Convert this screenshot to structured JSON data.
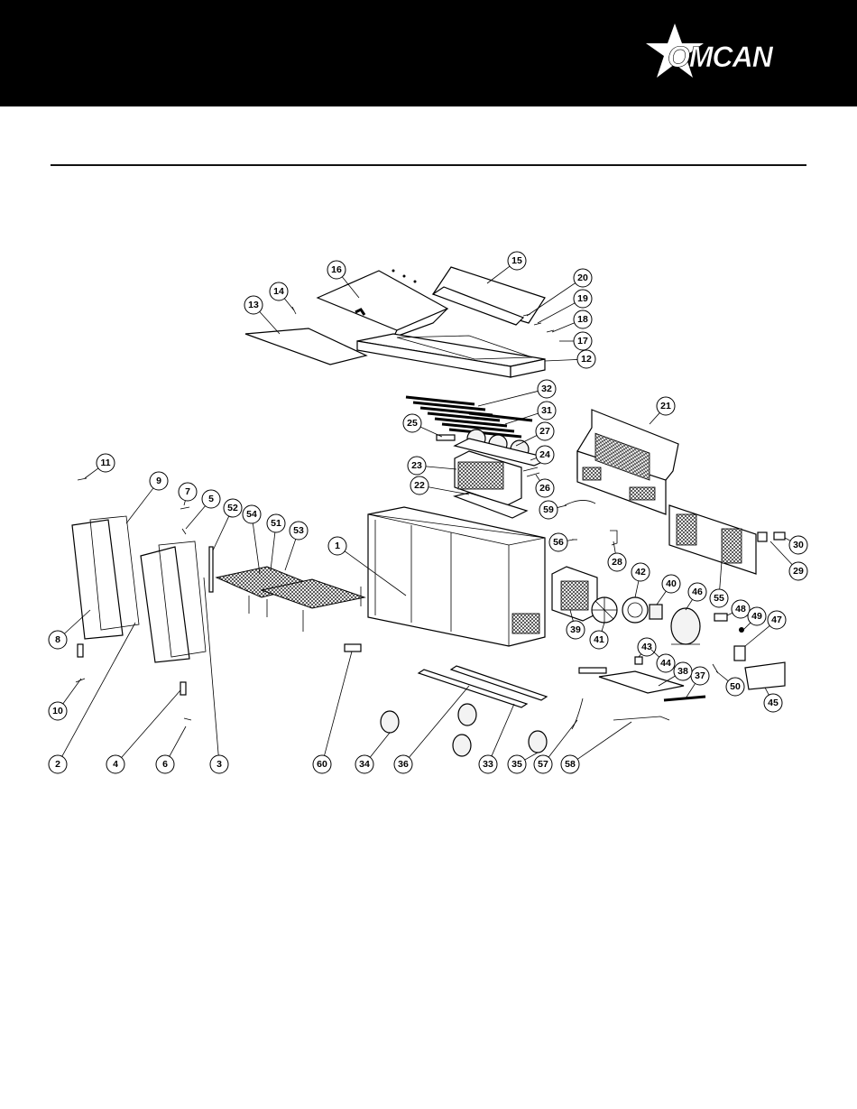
{
  "brand": {
    "logo_text": "OMCAN",
    "band_color": "#000000"
  },
  "diagram": {
    "callouts": [
      {
        "id": "c1",
        "label": "1"
      },
      {
        "id": "c2",
        "label": "2"
      },
      {
        "id": "c3",
        "label": "3"
      },
      {
        "id": "c4",
        "label": "4"
      },
      {
        "id": "c5",
        "label": "5"
      },
      {
        "id": "c6",
        "label": "6"
      },
      {
        "id": "c7",
        "label": "7"
      },
      {
        "id": "c8",
        "label": "8"
      },
      {
        "id": "c9",
        "label": "9"
      },
      {
        "id": "c10",
        "label": "10"
      },
      {
        "id": "c11",
        "label": "11"
      },
      {
        "id": "c12",
        "label": "12"
      },
      {
        "id": "c13",
        "label": "13"
      },
      {
        "id": "c14",
        "label": "14"
      },
      {
        "id": "c15",
        "label": "15"
      },
      {
        "id": "c16",
        "label": "16"
      },
      {
        "id": "c17",
        "label": "17"
      },
      {
        "id": "c18",
        "label": "18"
      },
      {
        "id": "c19",
        "label": "19"
      },
      {
        "id": "c20",
        "label": "20"
      },
      {
        "id": "c21",
        "label": "21"
      },
      {
        "id": "c22",
        "label": "22"
      },
      {
        "id": "c23",
        "label": "23"
      },
      {
        "id": "c24",
        "label": "24"
      },
      {
        "id": "c25",
        "label": "25"
      },
      {
        "id": "c26",
        "label": "26"
      },
      {
        "id": "c27",
        "label": "27"
      },
      {
        "id": "c28",
        "label": "28"
      },
      {
        "id": "c29",
        "label": "29"
      },
      {
        "id": "c30",
        "label": "30"
      },
      {
        "id": "c31",
        "label": "31"
      },
      {
        "id": "c32",
        "label": "32"
      },
      {
        "id": "c33",
        "label": "33"
      },
      {
        "id": "c34",
        "label": "34"
      },
      {
        "id": "c35",
        "label": "35"
      },
      {
        "id": "c36",
        "label": "36"
      },
      {
        "id": "c37",
        "label": "37"
      },
      {
        "id": "c38",
        "label": "38"
      },
      {
        "id": "c39",
        "label": "39"
      },
      {
        "id": "c40",
        "label": "40"
      },
      {
        "id": "c41",
        "label": "41"
      },
      {
        "id": "c42",
        "label": "42"
      },
      {
        "id": "c43",
        "label": "43"
      },
      {
        "id": "c44",
        "label": "44"
      },
      {
        "id": "c45",
        "label": "45"
      },
      {
        "id": "c46",
        "label": "46"
      },
      {
        "id": "c47",
        "label": "47"
      },
      {
        "id": "c48",
        "label": "48"
      },
      {
        "id": "c49",
        "label": "49"
      },
      {
        "id": "c50",
        "label": "50"
      },
      {
        "id": "c51",
        "label": "51"
      },
      {
        "id": "c52",
        "label": "52"
      },
      {
        "id": "c53",
        "label": "53"
      },
      {
        "id": "c54",
        "label": "54"
      },
      {
        "id": "c55",
        "label": "55"
      },
      {
        "id": "c56",
        "label": "56"
      },
      {
        "id": "c57",
        "label": "57"
      },
      {
        "id": "c58",
        "label": "58"
      },
      {
        "id": "c59",
        "label": "59"
      },
      {
        "id": "c60",
        "label": "60"
      }
    ]
  }
}
